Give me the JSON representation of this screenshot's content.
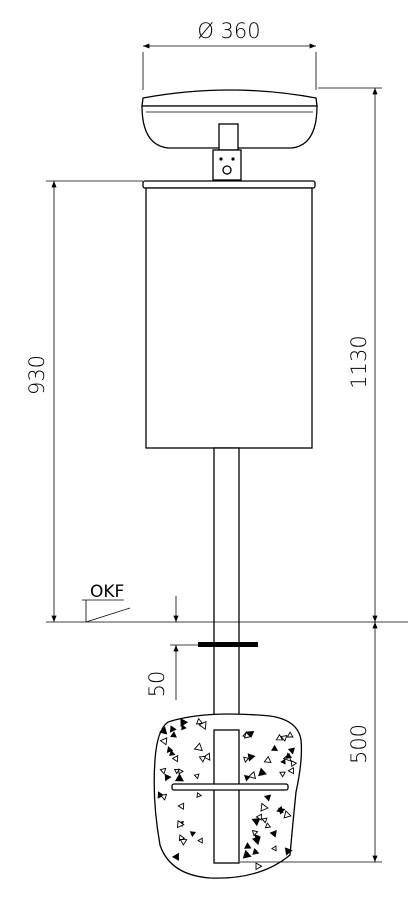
{
  "dimensions": {
    "diameter": "Ø 360",
    "total_height": "1130",
    "bin_height": "930",
    "base_offset": "50",
    "foundation_depth": "500"
  },
  "reference": {
    "floor_label": "OKF"
  }
}
